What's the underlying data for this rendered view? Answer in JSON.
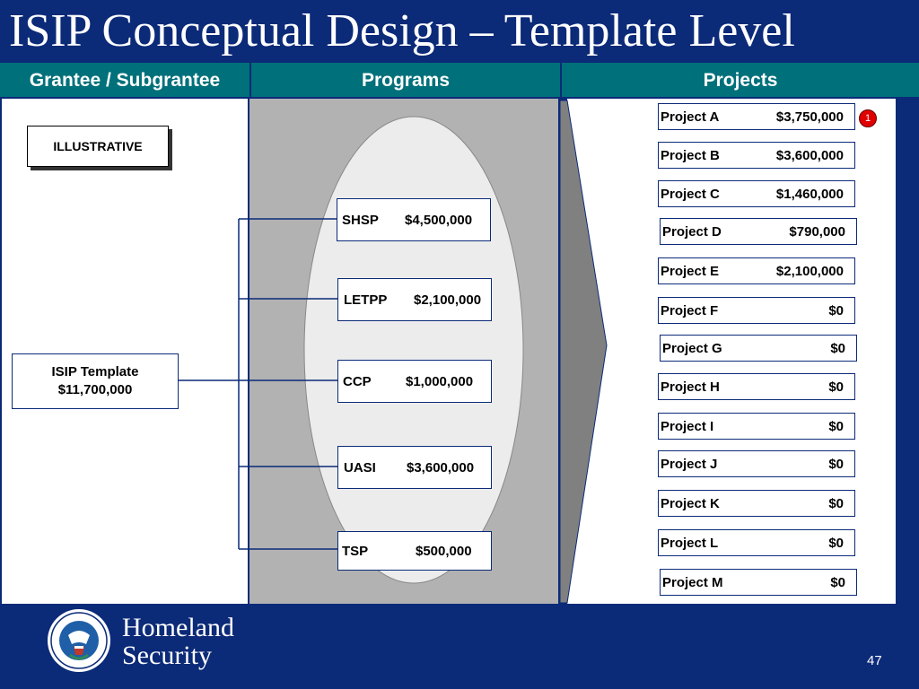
{
  "title": "ISIP Conceptual Design – Template Level",
  "columns": {
    "grantee": "Grantee / Subgrantee",
    "programs": "Programs",
    "projects": "Projects"
  },
  "illustrative": "ILLUSTRATIVE",
  "template": {
    "name": "ISIP Template",
    "amount": "$11,700,000"
  },
  "programs": [
    {
      "name": "SHSP",
      "amount": "$4,500,000"
    },
    {
      "name": "LETPP",
      "amount": "$2,100,000"
    },
    {
      "name": "CCP",
      "amount": "$1,000,000"
    },
    {
      "name": "UASI",
      "amount": "$3,600,000"
    },
    {
      "name": "TSP",
      "amount": "$500,000"
    }
  ],
  "projects": [
    {
      "name": "Project A",
      "amount": "$3,750,000"
    },
    {
      "name": "Project B",
      "amount": "$3,600,000"
    },
    {
      "name": "Project C",
      "amount": "$1,460,000"
    },
    {
      "name": "Project D",
      "amount": "$790,000"
    },
    {
      "name": "Project E",
      "amount": "$2,100,000"
    },
    {
      "name": "Project F",
      "amount": "$0"
    },
    {
      "name": "Project G",
      "amount": "$0"
    },
    {
      "name": "Project H",
      "amount": "$0"
    },
    {
      "name": "Project I",
      "amount": "$0"
    },
    {
      "name": "Project J",
      "amount": "$0"
    },
    {
      "name": "Project K",
      "amount": "$0"
    },
    {
      "name": "Project L",
      "amount": "$0"
    },
    {
      "name": "Project M",
      "amount": "$0"
    }
  ],
  "badge": "1",
  "footer": {
    "logo_line1": "Homeland",
    "logo_line2": "Security",
    "seal_icon": "dhs-seal-icon",
    "page_number": "47"
  },
  "colors": {
    "navy": "#0b2a78",
    "teal": "#00707a",
    "grey": "#b2b2b2",
    "badge_red": "#e00000"
  }
}
